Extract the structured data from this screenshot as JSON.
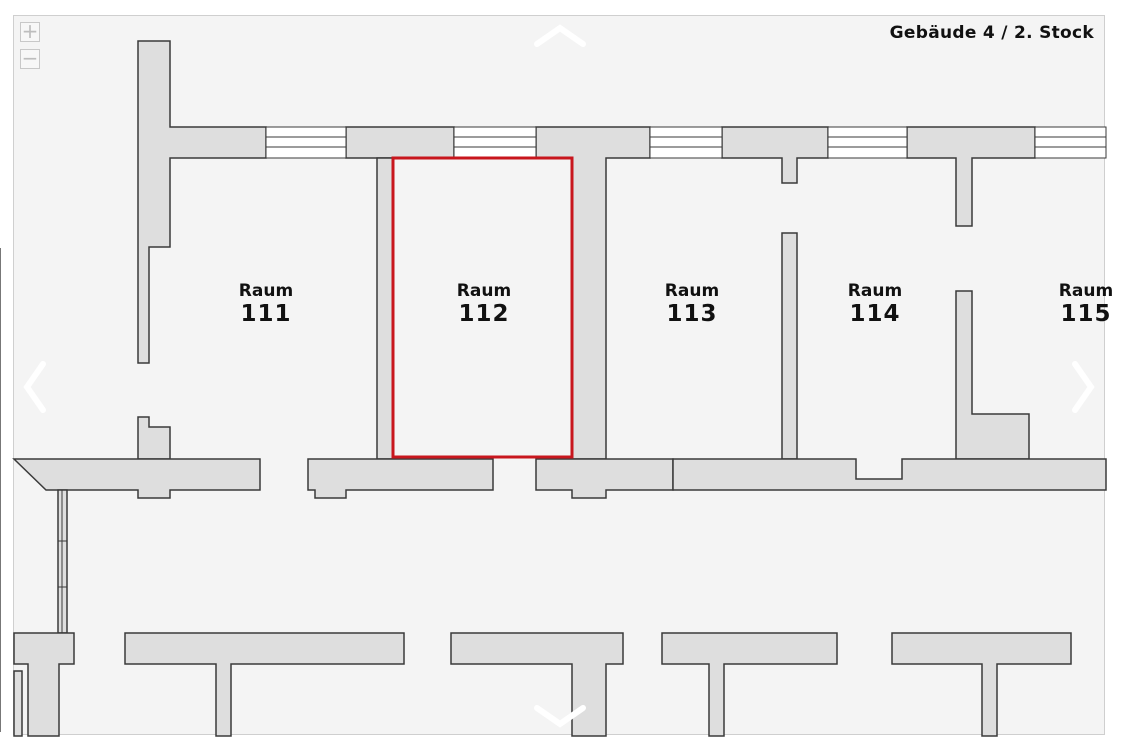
{
  "header": {
    "building_title": "Gebäude 4 / 2. Stock"
  },
  "controls": {
    "zoom_in_symbol": "+",
    "zoom_out_symbol": "−",
    "icons": [
      "plus-icon",
      "minus-icon",
      "chevron-left-icon",
      "chevron-right-icon",
      "chevron-up-icon",
      "chevron-down-icon"
    ]
  },
  "rooms": [
    {
      "word": "Raum",
      "number": "111",
      "selected": false
    },
    {
      "word": "Raum",
      "number": "112",
      "selected": true
    },
    {
      "word": "Raum",
      "number": "113",
      "selected": false
    },
    {
      "word": "Raum",
      "number": "114",
      "selected": false
    },
    {
      "word": "Raum",
      "number": "115",
      "selected": false
    }
  ],
  "colors": {
    "wall_fill": "#dedede",
    "wall_stroke": "#3a3a3a",
    "floor": "#f4f4f4",
    "highlight": "#c8161d",
    "nav_arrow": "#ffffff"
  }
}
